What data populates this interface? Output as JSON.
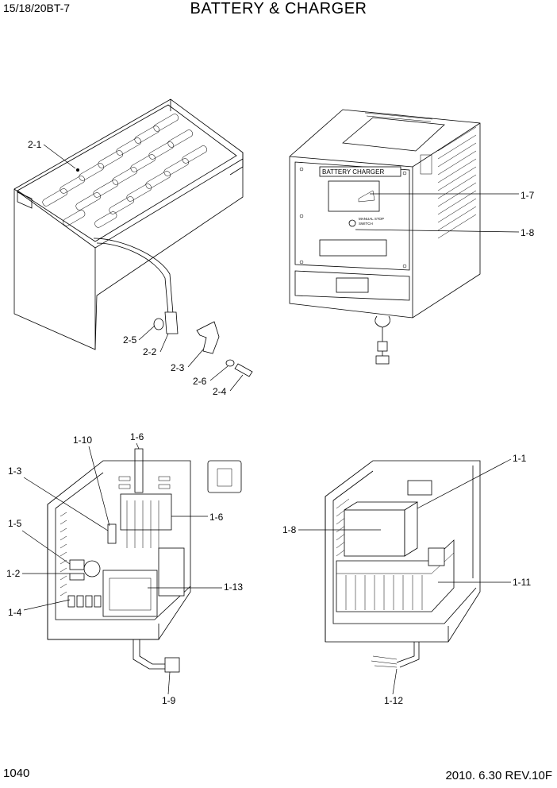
{
  "header": {
    "model": "15/18/20BT-7",
    "title": "BATTERY & CHARGER"
  },
  "footer": {
    "page": "1040",
    "revision": "2010. 6.30  REV.10F"
  },
  "panel": {
    "title": "BATTERY CHARGER",
    "switch_label_1": "MANUAL STOP",
    "switch_label_2": "SWITCH"
  },
  "callouts": {
    "c2_1": "2-1",
    "c2_5": "2-5",
    "c2_2": "2-2",
    "c2_3": "2-3",
    "c2_6": "2-6",
    "c2_4": "2-4",
    "c1_7": "1-7",
    "c1_8_top": "1-8",
    "c1_10": "1-10",
    "c1_6_a": "1-6",
    "c1_3": "1-3",
    "c1_6_b": "1-6",
    "c1_5": "1-5",
    "c1_2": "1-2",
    "c1_13": "1-13",
    "c1_4": "1-4",
    "c1_9": "1-9",
    "c1_1": "1-1",
    "c1_8": "1-8",
    "c1_11": "1-11",
    "c1_12": "1-12"
  }
}
